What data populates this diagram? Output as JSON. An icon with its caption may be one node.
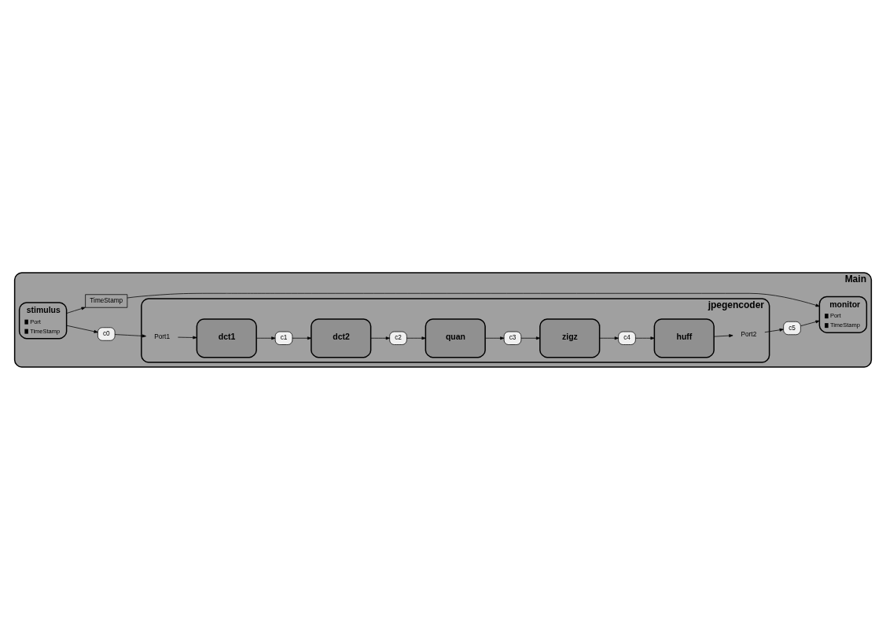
{
  "diagram": {
    "nodes": [
      {
        "text": [
          "Main"
        ]
      },
      {
        "text": [
          "jpegencoder"
        ],
        "in": 0
      },
      {
        "text": [
          "Port1"
        ],
        "in": 1
      },
      {
        "text": [
          "Port2"
        ],
        "in": 1
      },
      {
        "text": [
          "c1"
        ],
        "in": 1
      },
      {
        "text": [
          "c2"
        ],
        "in": 1
      },
      {
        "text": [
          "c3"
        ],
        "in": 1
      },
      {
        "text": [
          "c4"
        ],
        "in": 1
      },
      {
        "text": [
          "dct1"
        ],
        "in": 1
      },
      {
        "text": [
          "dct2"
        ],
        "in": 1
      },
      {
        "text": [
          "quan"
        ],
        "in": 1
      },
      {
        "text": [
          "zigz"
        ],
        "in": 1
      },
      {
        "text": [
          "huff"
        ],
        "in": 1
      },
      {
        "text": [
          "monitor",
          "Port",
          "TimeStamp"
        ],
        "in": 0
      },
      {
        "text": [
          "stimulus",
          "Port",
          "TimeStamp"
        ],
        "in": 0
      },
      {
        "text": [
          "c0"
        ],
        "in": 0
      },
      {
        "text": [
          "c5"
        ],
        "in": 0
      },
      {
        "text": [
          "TimeStamp"
        ],
        "in": 0
      }
    ],
    "edges": [
      {
        "from": 15,
        "to": 2,
        "arrow": "to"
      },
      {
        "from": 2,
        "to": 8,
        "arrow": "to"
      },
      {
        "from": 8,
        "to": 4,
        "arrow": "to"
      },
      {
        "from": 4,
        "to": 9,
        "arrow": "to"
      },
      {
        "from": 9,
        "to": 5,
        "arrow": "to"
      },
      {
        "from": 5,
        "to": 10,
        "arrow": "to"
      },
      {
        "from": 10,
        "to": 6,
        "arrow": "to"
      },
      {
        "from": 6,
        "to": 11,
        "arrow": "to"
      },
      {
        "from": 11,
        "to": 7,
        "arrow": "to"
      },
      {
        "from": 7,
        "to": 12,
        "arrow": "to"
      },
      {
        "from": 12,
        "to": 3,
        "arrow": "to"
      },
      {
        "from": 3,
        "to": 16,
        "arrow": "to"
      },
      {
        "from": 16,
        "to": 13,
        "arrow": "to"
      },
      {
        "from": 17,
        "to": 13,
        "arrow": "to"
      },
      {
        "from": 14,
        "to": 15,
        "arrow": "to"
      },
      {
        "from": 14,
        "to": 17,
        "arrow": "to"
      }
    ]
  }
}
